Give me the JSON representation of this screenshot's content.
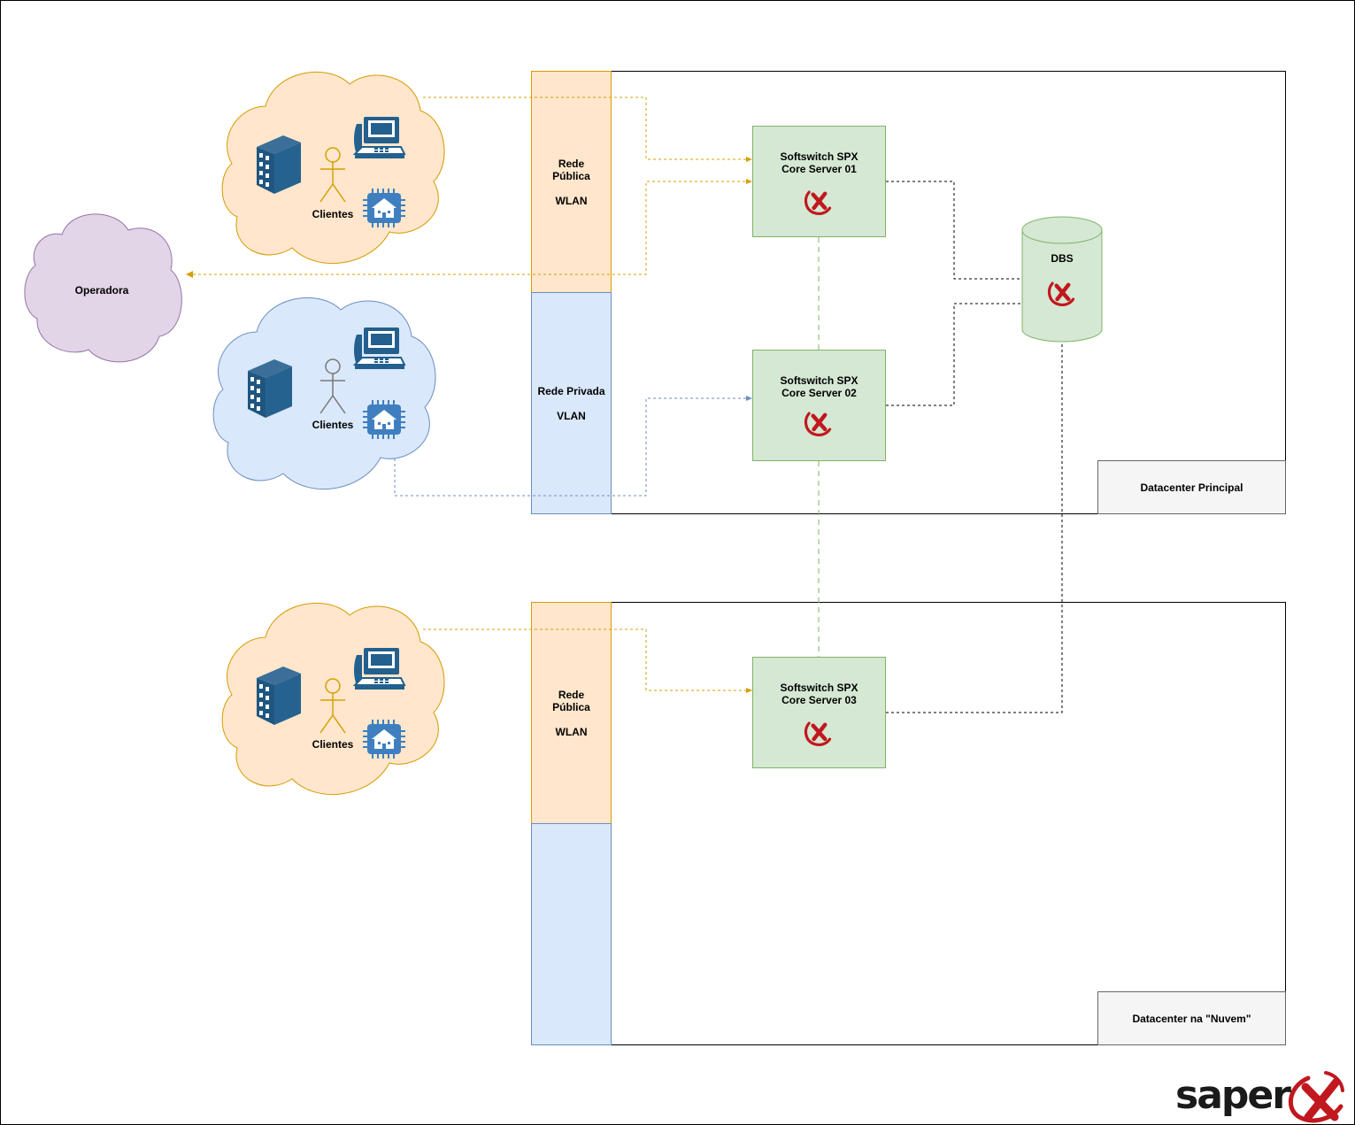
{
  "datacenters": {
    "principal": "Datacenter Principal",
    "nuvem": "Datacenter na \"Nuvem\""
  },
  "vlans": {
    "publica_1": "Rede\nPública\n\nWLAN",
    "privada_1": "Rede Privada\n\nVLAN",
    "publica_2": "Rede\nPública\n\nWLAN"
  },
  "servers": {
    "s1": "Softswitch SPX\nCore Server 01",
    "s2": "Softswitch SPX\nCore Server 02",
    "s3": "Softswitch SPX\nCore Server 03"
  },
  "database": "DBS",
  "clouds": {
    "operadora": "Operadora",
    "clientes_1": "Clientes",
    "clientes_2": "Clientes",
    "clientes_3": "Clientes"
  },
  "logo": "saper",
  "colors": {
    "orange_line": "#d6a000",
    "blue_line": "#6c8ebf",
    "green_line": "#82b366",
    "logo_red": "#c0181e"
  }
}
